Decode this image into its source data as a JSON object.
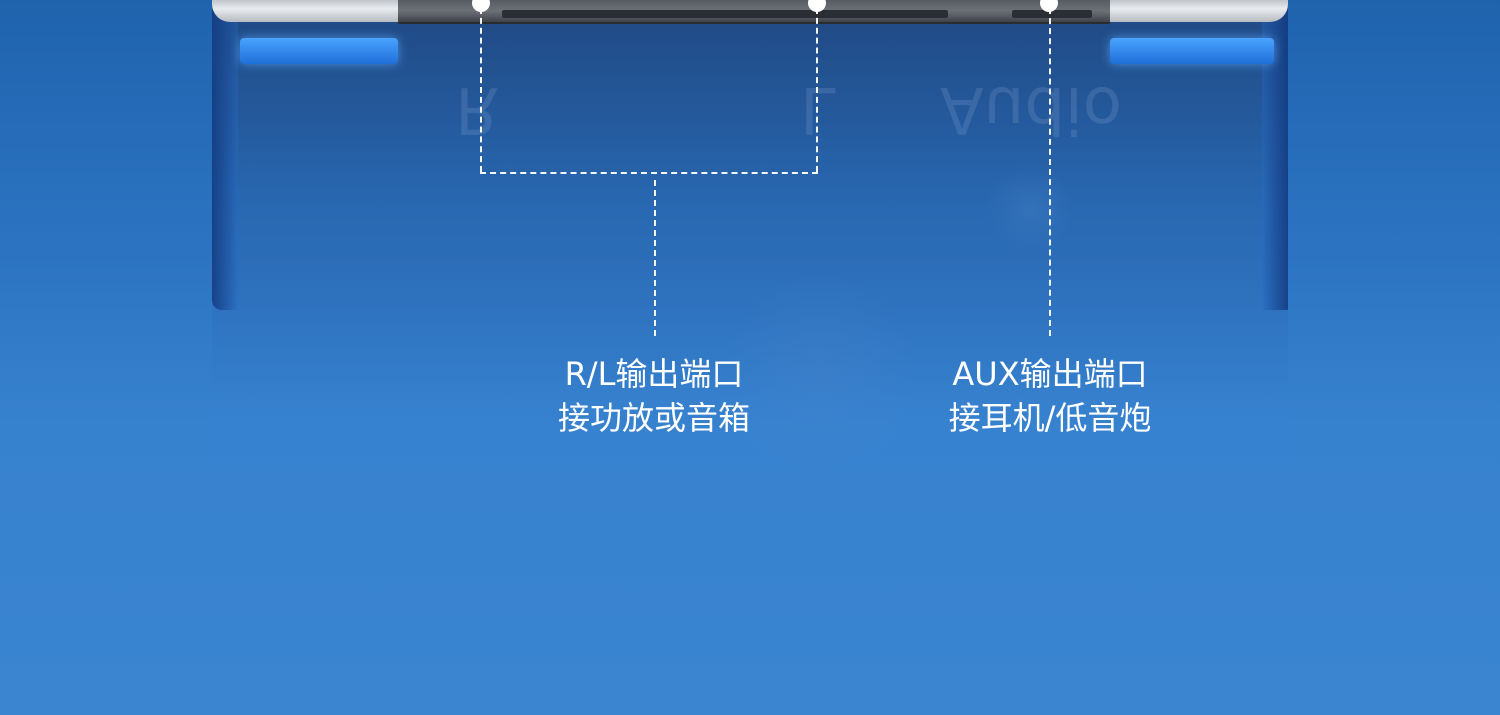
{
  "device": {
    "ghost_labels": {
      "right_channel": "R",
      "left_channel": "L",
      "audio": "Audio"
    }
  },
  "callouts": [
    {
      "line1": "R/L输出端口",
      "line2": "接功放或音箱"
    },
    {
      "line1": "AUX输出端口",
      "line2": "接耳机/低音炮"
    }
  ],
  "colors": {
    "background": "#3a82cf",
    "accent_light": "#4aa3ff",
    "callout": "#ffffff"
  }
}
